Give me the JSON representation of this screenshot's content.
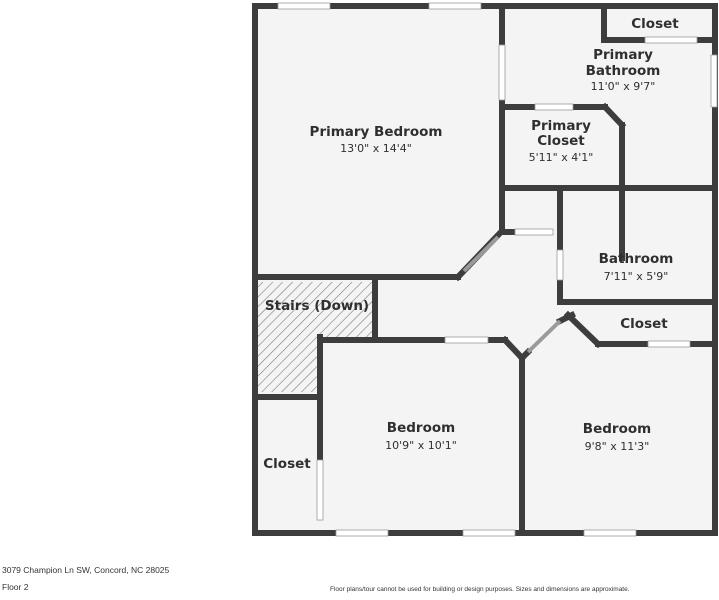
{
  "floor_plan": {
    "rooms": [
      {
        "name": "Primary Bedroom",
        "dimensions": "13'0\" x 14'4\""
      },
      {
        "name": "Closet",
        "dimensions": ""
      },
      {
        "name_lines": [
          "Primary",
          "Bathroom"
        ],
        "dimensions": "11'0\" x 9'7\""
      },
      {
        "name_lines": [
          "Primary",
          "Closet"
        ],
        "dimensions": "5'11\" x 4'1\""
      },
      {
        "name": "Bathroom",
        "dimensions": "7'11\" x 5'9\""
      },
      {
        "name": "Stairs (Down)",
        "dimensions": ""
      },
      {
        "name": "Closet",
        "dimensions": ""
      },
      {
        "name": "Bedroom",
        "dimensions": "10'9\" x 10'1\""
      },
      {
        "name": "Closet",
        "dimensions": ""
      },
      {
        "name": "Bedroom",
        "dimensions": "9'8\" x 11'3\""
      }
    ],
    "colors": {
      "wall": "#3d3d3d",
      "floor": "#f4f4f4",
      "window": "#ffffff"
    }
  },
  "footer": {
    "address": "3079 Champion Ln SW, Concord, NC 28025",
    "floor_label": "Floor 2",
    "disclaimer": "Floor plans/tour cannot be used for building or design purposes. Sizes and dimensions are approximate."
  }
}
